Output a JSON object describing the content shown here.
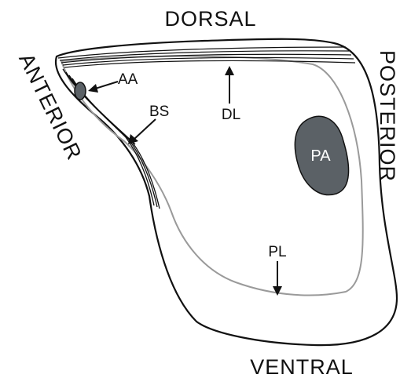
{
  "orientation": {
    "dorsal": "DORSAL",
    "ventral": "VENTRAL",
    "anterior": "ANTERIOR",
    "posterior": "POSTERIOR"
  },
  "labels": {
    "aa": "AA",
    "bs": "BS",
    "dl": "DL",
    "pa": "PA",
    "pl": "PL"
  },
  "colors": {
    "outline": "#111111",
    "inner_line": "#9a9a9a",
    "filled_region": "#5b6166"
  }
}
